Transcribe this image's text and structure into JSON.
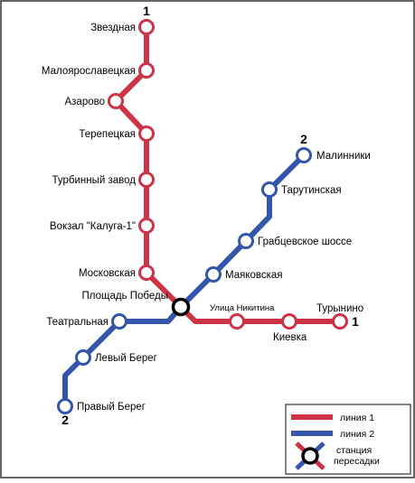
{
  "colors": {
    "line1": "#cc3344",
    "line2": "#3355aa",
    "interchange": "#000000",
    "border": "#333333"
  },
  "lines": {
    "line1": {
      "number_top": "1",
      "number_end": "1"
    },
    "line2": {
      "number_top": "2",
      "number_end": "2"
    }
  },
  "stations": {
    "zvezdnaya": "Звездная",
    "maloyaroslavetskaya": "Малоярославецкая",
    "azarovo": "Азарово",
    "terepetskaya": "Терепецкая",
    "turbinny_zavod": "Турбинный завод",
    "vokzal_kaluga": "Вокзал \"Калуга-1\"",
    "moskovskaya": "Московская",
    "ploshchad_pobedy": "Площадь Победы",
    "ulitsa_nikitina": "Улица Никитина",
    "kievka": "Киевка",
    "turynino": "Турынино",
    "malinniki": "Малинники",
    "tarutinskaya": "Тарутинская",
    "grabtsevskoe_shosse": "Грабцевское шоссе",
    "mayakovskaya": "Маяковская",
    "teatralnaya": "Театральная",
    "levy_bereg": "Левый Берег",
    "pravy_bereg": "Правый Берег"
  },
  "legend": {
    "line1_label": "линия 1",
    "line2_label": "линия 2",
    "interchange_label_1": "станция",
    "interchange_label_2": "пересадки"
  },
  "icons": {
    "interchange": "interchange-ring-icon"
  }
}
